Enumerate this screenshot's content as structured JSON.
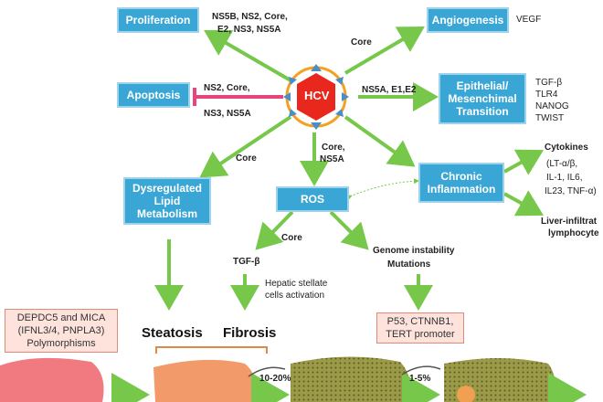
{
  "center": {
    "label": "HCV"
  },
  "boxes": {
    "proliferation": "Proliferation",
    "angiogenesis": "Angiogenesis",
    "apoptosis": "Apoptosis",
    "emt_line1": "Epithelial/",
    "emt_line2": "Mesenchimal",
    "emt_line3": "Transition",
    "lipid_line1": "Dysregulated",
    "lipid_line2": "Lipid",
    "lipid_line3": "Metabolism",
    "ros": "ROS",
    "inflam_line1": "Chronic",
    "inflam_line2": "Inflammation"
  },
  "labels": {
    "prolif_proteins_1": "NS5B, NS2, Core,",
    "prolif_proteins_2": "E2, NS3, NS5A",
    "angio_core": "Core",
    "vegf": "VEGF",
    "apop_proteins_1": "NS2, Core,",
    "apop_proteins_2": "NS3, NS5A",
    "emt_proteins": "NS5A, E1,E2",
    "emt_genes": [
      "TGF-β",
      "TLR4",
      "NANOG",
      "TWIST"
    ],
    "lipid_core": "Core",
    "ros_proteins_1": "Core,",
    "ros_proteins_2": "NS5A",
    "cytokines": "Cytokines",
    "cytokine_list_1": "(LT-α/β,",
    "cytokine_list_2": "IL-1, IL6,",
    "cytokine_list_3": "IL23, TNF-α)",
    "liver_infiltrating_1": "Liver-infiltrat",
    "liver_infiltrating_2": "lymphocyte",
    "ros_core": "Core",
    "tgf_beta": "TGF-β",
    "stellate_1": "Hepatic stellate",
    "stellate_2": "cells activation",
    "genome_1": "Genome instability",
    "genome_2": "Mutations",
    "steatosis": "Steatosis",
    "fibrosis": "Fibrosis",
    "pct_1": "10-20%",
    "pct_2": "1-5%"
  },
  "pink_boxes": {
    "poly_line1": "DEPDC5 and MICA",
    "poly_line2": "(IFNL3/4, PNPLA3)",
    "poly_line3": "Polymorphisms",
    "p53_line1": "P53, CTNNB1,",
    "p53_line2": "TERT promoter"
  },
  "colors": {
    "box_blue": "#3aa6d6",
    "arrow_green": "#77c84a",
    "inhibit_pink": "#e8457a",
    "hcv_red": "#e8281c",
    "liver_pink": "#f07a80",
    "fibrotic_olive": "#9a9a48"
  }
}
